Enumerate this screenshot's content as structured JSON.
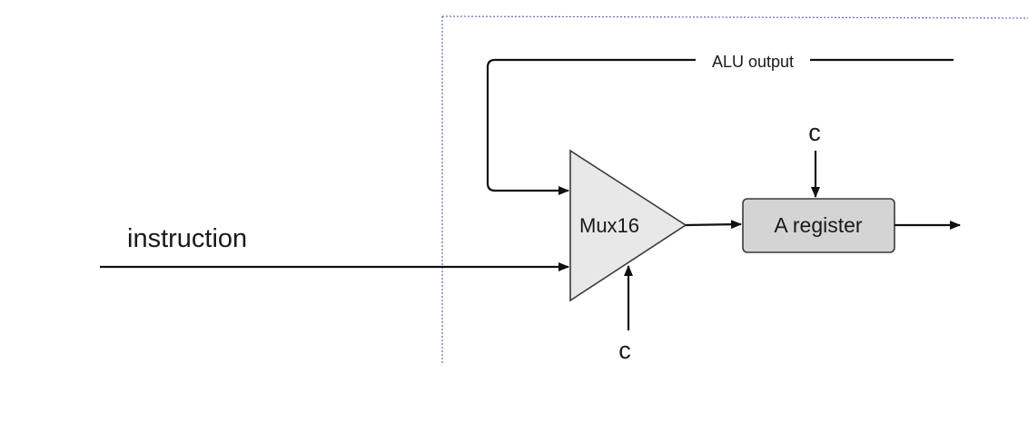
{
  "labels": {
    "instruction": "instruction",
    "alu_output": "ALU output",
    "mux": "Mux16",
    "register": "A register",
    "control_top": "c",
    "control_bottom": "c"
  },
  "colors": {
    "wire": "#111111",
    "border": "#5a6fc0",
    "mux_fill": "#e8e8e8",
    "register_fill": "#d4d4d4",
    "shape_stroke": "#3a3a3a"
  }
}
